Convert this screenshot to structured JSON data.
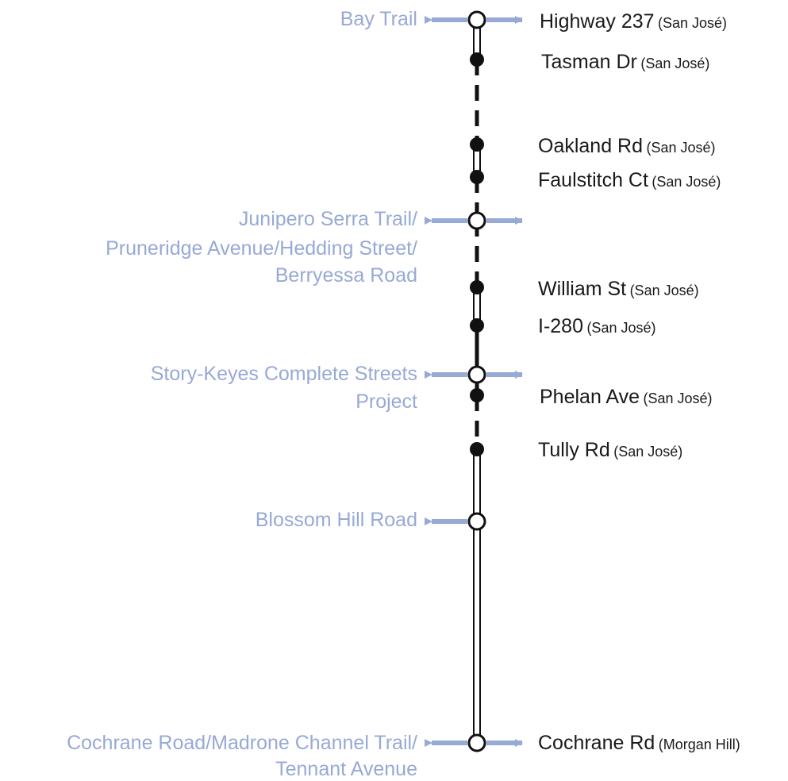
{
  "colors": {
    "line": "#111111",
    "connection": "#97a9d6",
    "text": "#1a1a1a",
    "background": "#ffffff"
  },
  "stops": [
    {
      "name": "Highway 237",
      "city": "(San José)"
    },
    {
      "name": "Tasman Dr",
      "city": "(San José)"
    },
    {
      "name": "Oakland Rd",
      "city": "(San José)"
    },
    {
      "name": "Faulstitch Ct",
      "city": "(San José)"
    },
    {
      "name": "William St",
      "city": "(San José)"
    },
    {
      "name": "I-280",
      "city": "(San José)"
    },
    {
      "name": "Phelan Ave",
      "city": "(San José)"
    },
    {
      "name": "Tully Rd",
      "city": "(San José)"
    },
    {
      "name": "Cochrane Rd",
      "city": "(Morgan Hill)"
    }
  ],
  "connections": [
    {
      "lines": [
        "Bay Trail"
      ]
    },
    {
      "lines": [
        "Junipero Serra Trail/",
        "Pruneridge Avenue/Hedding Street/",
        "Berryessa Road"
      ]
    },
    {
      "lines": [
        "Story-Keyes Complete Streets",
        "Project"
      ]
    },
    {
      "lines": [
        "Blossom Hill Road"
      ]
    },
    {
      "lines": [
        "Cochrane Road/Madrone Channel Trail/",
        "Tennant Avenue"
      ]
    }
  ]
}
